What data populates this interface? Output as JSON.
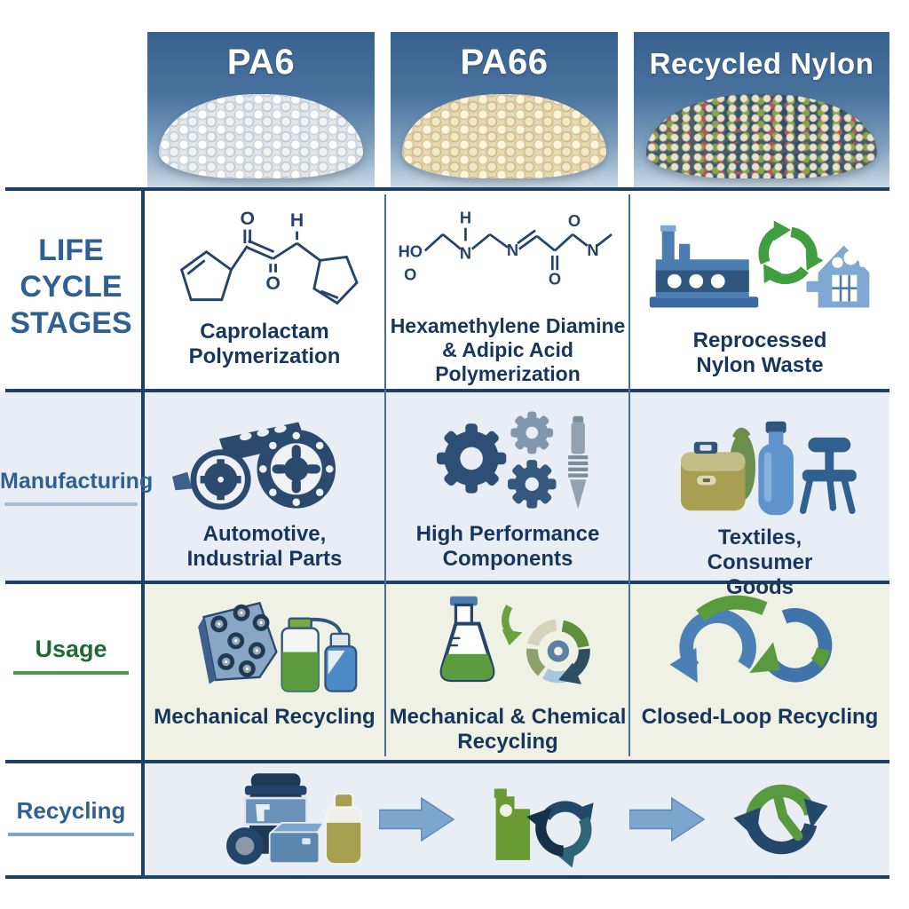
{
  "header": {
    "columns": [
      {
        "label": "PA6"
      },
      {
        "label": "PA66"
      },
      {
        "label": "Recycled Nylon"
      }
    ]
  },
  "rows": {
    "stages": {
      "label": "LIFE CYCLE STAGES",
      "cells": [
        {
          "caption": "Caprolactam Polymerization",
          "icon": "caprolactam-structure"
        },
        {
          "caption": "Hexamethylene Diamine & Adipic Acid Polymerization",
          "icon": "hexamethylene-structure"
        },
        {
          "caption": "Reprocessed Nylon Waste",
          "icon": "factory-recycle-house"
        }
      ]
    },
    "manufacturing": {
      "label": "Manufacturing",
      "cells": [
        {
          "caption": "Automotive, Industrial Parts",
          "icon": "automotive-parts"
        },
        {
          "caption": "High Performance Components",
          "icon": "gears-drill"
        },
        {
          "caption": "Textiles, Consumer Goods",
          "icon": "bag-bottle-chair"
        }
      ]
    },
    "usage": {
      "label": "Usage",
      "cells": [
        {
          "caption": "Mechanical Recycling",
          "icon": "part-and-bottles"
        },
        {
          "caption": "Mechanical & Chemical Recycling",
          "icon": "flask-recycle-ring"
        },
        {
          "caption": "Closed-Loop Recycling",
          "icon": "closed-loop-arrows"
        }
      ]
    },
    "recycling": {
      "label": "Recycling",
      "icons": [
        "waste-containers",
        "right-arrow",
        "shred-recycle-arrows",
        "right-arrow",
        "clock-recycle-arrows"
      ]
    }
  },
  "chemistry": {
    "caprolactam_atoms": {
      "o1": "O",
      "h": "H",
      "o2": "O"
    },
    "hexamethylene_atoms": {
      "ho": "HO",
      "o1": "O",
      "h": "H",
      "n1": "N",
      "n2": "N",
      "o2": "O",
      "o3": "O",
      "n3": "N"
    }
  },
  "colors": {
    "grid_line": "#1e4066",
    "header_panel_top": "#38628e",
    "header_panel_bottom": "#c9d8e5",
    "header_text": "#ffffff",
    "caption_text": "#16365e",
    "stage_label_blue": "#2e6093",
    "usage_label_green": "#1e6b34",
    "row2_bg": "#e9eef6",
    "row3_bg": "#eef1e4",
    "row4_bg": "#e9eef5",
    "recycle_green": "#3f9e3f",
    "loop_blue": "#4a80b6",
    "loop_green": "#5a9a3f",
    "arrow_blue": "#7da6cf"
  }
}
